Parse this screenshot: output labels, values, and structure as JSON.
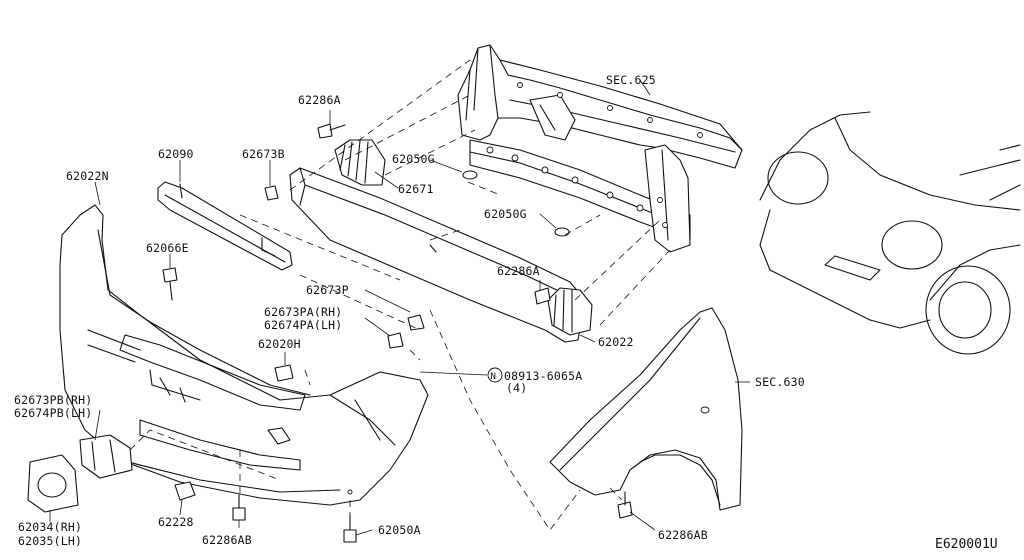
{
  "diagram": {
    "reference_code": "E620001U",
    "labels": {
      "p62286A_top": "62286A",
      "p62090": "62090",
      "p62673B": "62673B",
      "p62022N": "62022N",
      "p62671": "62671",
      "p62050G_1": "62050G",
      "p62050G_2": "62050G",
      "sec625": "SEC.625",
      "p62066E": "62066E",
      "p62286A_mid": "62286A",
      "p62673P": "62673P",
      "p62673PA": "62673PA(RH)",
      "p62674PA": "62674PA(LH)",
      "p62020H": "62020H",
      "p62022": "62022",
      "nut_circle": "N",
      "p08913": "08913-6065A",
      "p08913_qty": "(4)",
      "sec630": "SEC.630",
      "p62673PB": "62673PB(RH)",
      "p62674PB": "62674PB(LH)",
      "p62034": "62034(RH)",
      "p62035": "62035(LH)",
      "p62228": "62228",
      "p62286AB_1": "62286AB",
      "p62050A": "62050A",
      "p62286AB_2": "62286AB"
    }
  }
}
